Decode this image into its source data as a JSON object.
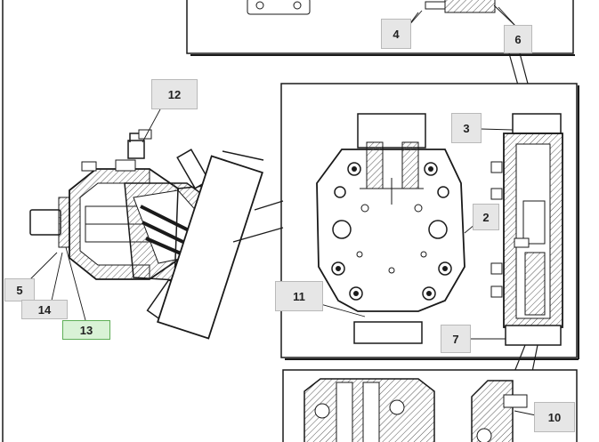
{
  "callouts": [
    {
      "id": "2",
      "label": "2"
    },
    {
      "id": "3",
      "label": "3"
    },
    {
      "id": "4",
      "label": "4"
    },
    {
      "id": "5",
      "label": "5"
    },
    {
      "id": "6",
      "label": "6"
    },
    {
      "id": "7",
      "label": "7"
    },
    {
      "id": "10",
      "label": "10"
    },
    {
      "id": "11",
      "label": "11"
    },
    {
      "id": "12",
      "label": "12"
    },
    {
      "id": "13",
      "label": "13",
      "selected": true
    },
    {
      "id": "14",
      "label": "14"
    }
  ],
  "colors": {
    "line": "#1a1a1a",
    "hatch": "#555555",
    "callout_fill": "#e6e6e6",
    "callout_selected_fill": "#d9f2d6",
    "callout_selected_border": "#5fae57"
  }
}
